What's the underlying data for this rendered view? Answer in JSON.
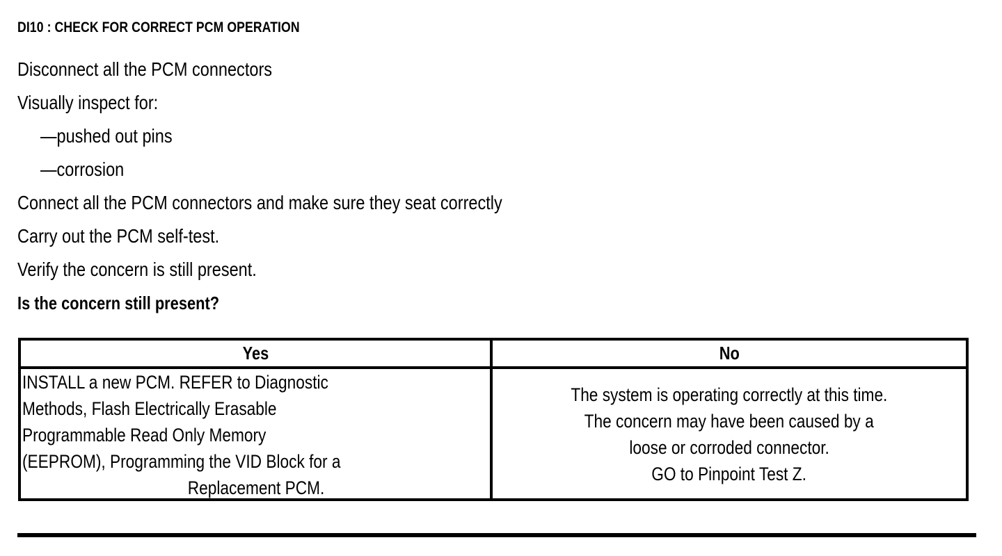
{
  "document": {
    "step_title": "DI10 : CHECK FOR CORRECT PCM OPERATION",
    "background_color": "#ffffff",
    "text_color": "#000000"
  },
  "procedure": {
    "lines": [
      {
        "text": "Disconnect all the PCM connectors",
        "style": "normal",
        "indent": false
      },
      {
        "text": "Visually inspect for:",
        "style": "normal",
        "indent": false
      },
      {
        "text": "—pushed out pins",
        "style": "normal",
        "indent": true
      },
      {
        "text": "—corrosion",
        "style": "normal",
        "indent": true
      },
      {
        "text": "Connect all the PCM connectors and make sure they seat correctly",
        "style": "normal",
        "indent": false
      },
      {
        "text": "Carry out the PCM self-test.",
        "style": "normal",
        "indent": false
      },
      {
        "text": "Verify the concern is still present.",
        "style": "normal",
        "indent": false
      },
      {
        "text": "Is the concern still present?",
        "style": "bold",
        "indent": false
      }
    ]
  },
  "decision_table": {
    "headers": {
      "yes": "Yes",
      "no": "No"
    },
    "yes_cell": {
      "lines": [
        "INSTALL a new PCM. REFER to Diagnostic",
        "Methods, Flash Electrically Erasable",
        "Programmable Read Only Memory",
        "(EEPROM), Programming the VID Block for a",
        "Replacement PCM."
      ],
      "last_line_centered": true
    },
    "no_cell": {
      "lines": [
        "The system is operating correctly at this time.",
        "The concern may have been caused by a",
        "loose or corroded connector.",
        "GO to Pinpoint Test Z."
      ]
    }
  },
  "footer": {
    "rule": "horizontal-rule"
  }
}
